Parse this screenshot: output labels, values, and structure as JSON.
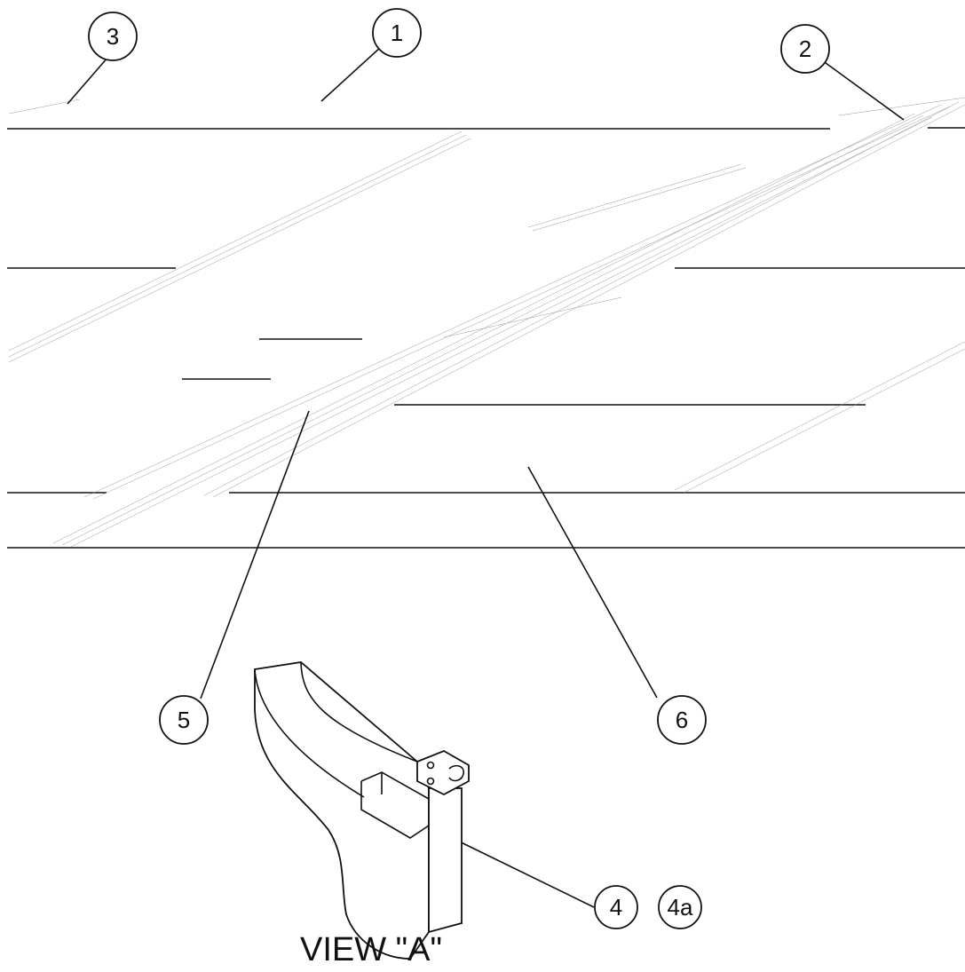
{
  "diagram": {
    "callouts": [
      {
        "id": "callout-1",
        "label": "1"
      },
      {
        "id": "callout-2",
        "label": "2"
      },
      {
        "id": "callout-3",
        "label": "3"
      },
      {
        "id": "callout-4",
        "label": "4"
      },
      {
        "id": "callout-4a",
        "label": "4a"
      },
      {
        "id": "callout-5",
        "label": "5"
      },
      {
        "id": "callout-6",
        "label": "6"
      }
    ],
    "view_label": "VIEW \"A\""
  }
}
